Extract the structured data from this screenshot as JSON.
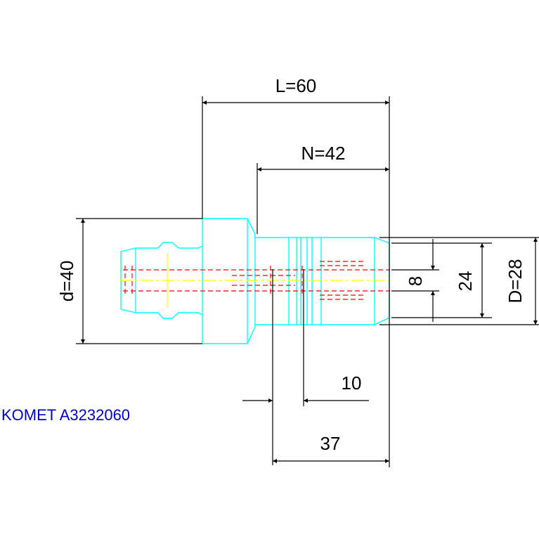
{
  "drawing": {
    "caption": "KOMET A3232060",
    "dimensions": {
      "L": "L=60",
      "N": "N=42",
      "d": "d=40",
      "D": "D=28",
      "bore": "8",
      "neck": "24",
      "groove": "10",
      "thread_len": "37"
    }
  },
  "colors": {
    "outline": "#00ffff",
    "hidden": "#ff0000",
    "center": "#ffff00",
    "dimension": "#000000",
    "caption": "#0000cc"
  }
}
